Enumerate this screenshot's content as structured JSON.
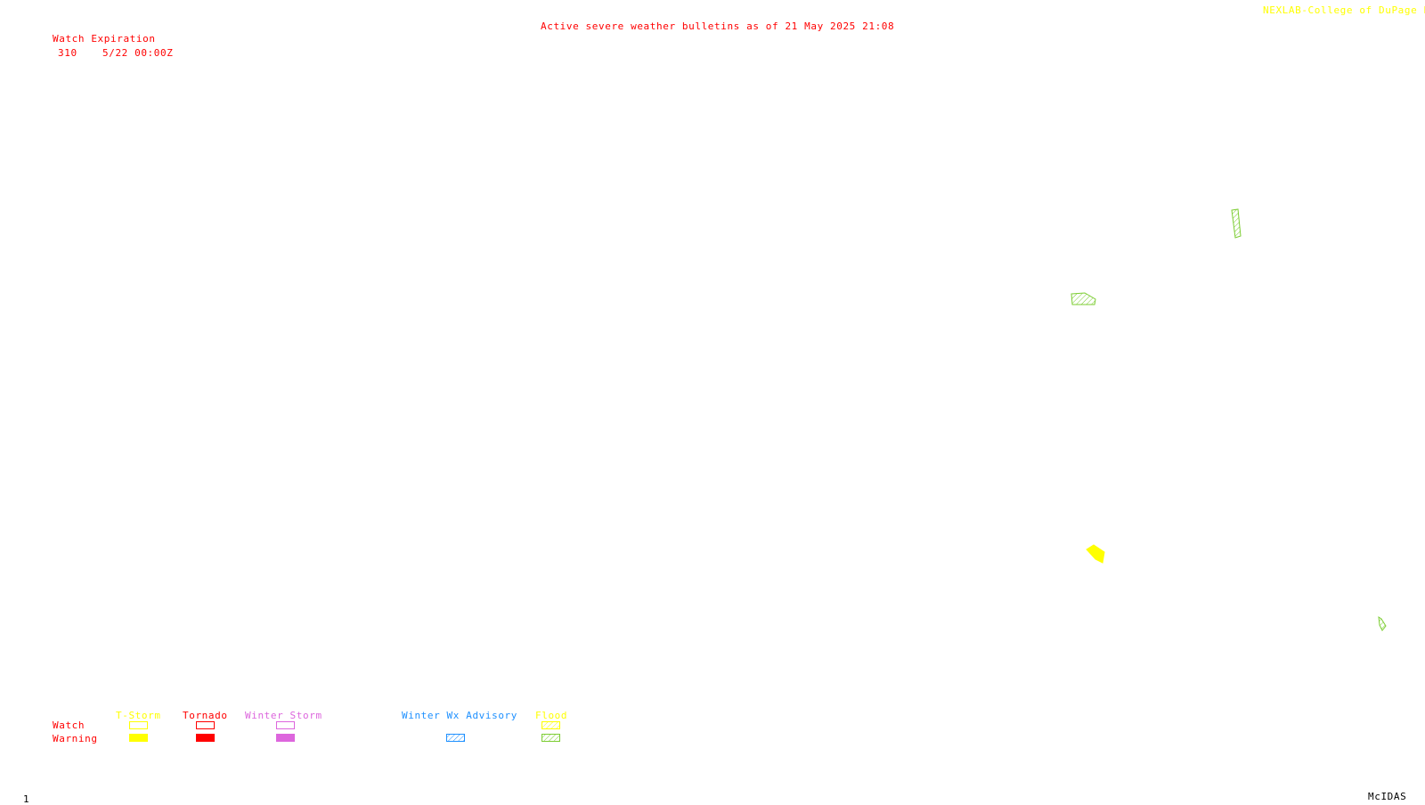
{
  "header": {
    "title": "Active severe weather bulletins as of 21 May 2025 21:08",
    "credit": "NEXLAB-College of DuPage R"
  },
  "watch_table": {
    "heading": "Watch Expiration",
    "rows": [
      {
        "id": "310",
        "expiration": "5/22 00:00Z"
      }
    ]
  },
  "legend": {
    "row_labels": {
      "watch": "Watch",
      "warning": "Warning"
    },
    "categories": [
      {
        "label": "T-Storm",
        "color": "#ffff00",
        "watch_style": "outline",
        "warning_style": "fill"
      },
      {
        "label": "Tornado",
        "color": "#ff0000",
        "watch_style": "outline",
        "warning_style": "fill"
      },
      {
        "label": "Winter Storm",
        "color": "#dd66dd",
        "watch_style": "outline",
        "warning_style": "fill"
      },
      {
        "label": "Winter Wx Advisory",
        "color": "#1e90ff",
        "watch_style": "none",
        "warning_style": "hatch"
      },
      {
        "label": "Flood",
        "color": "#ffff00",
        "watch_style": "hatch",
        "warning_style": "hatch",
        "warning_color": "#7ccd32"
      }
    ]
  },
  "polygons": [
    {
      "kind": "flood-warning",
      "color": "#7ccd32",
      "fill": "hatch"
    },
    {
      "kind": "flood-warning",
      "color": "#7ccd32",
      "fill": "hatch"
    },
    {
      "kind": "tstorm-warning",
      "color": "#ffff00",
      "fill": "solid"
    },
    {
      "kind": "flood-warning",
      "color": "#7ccd32",
      "fill": "hatch"
    }
  ],
  "footer": {
    "frame_number": "1",
    "software": "McIDAS"
  },
  "colors": {
    "background": "#ffffff",
    "alert_text": "#ff0000",
    "credit_text": "#ffff00",
    "flood_warning": "#7ccd32",
    "tstorm": "#ffff00"
  }
}
